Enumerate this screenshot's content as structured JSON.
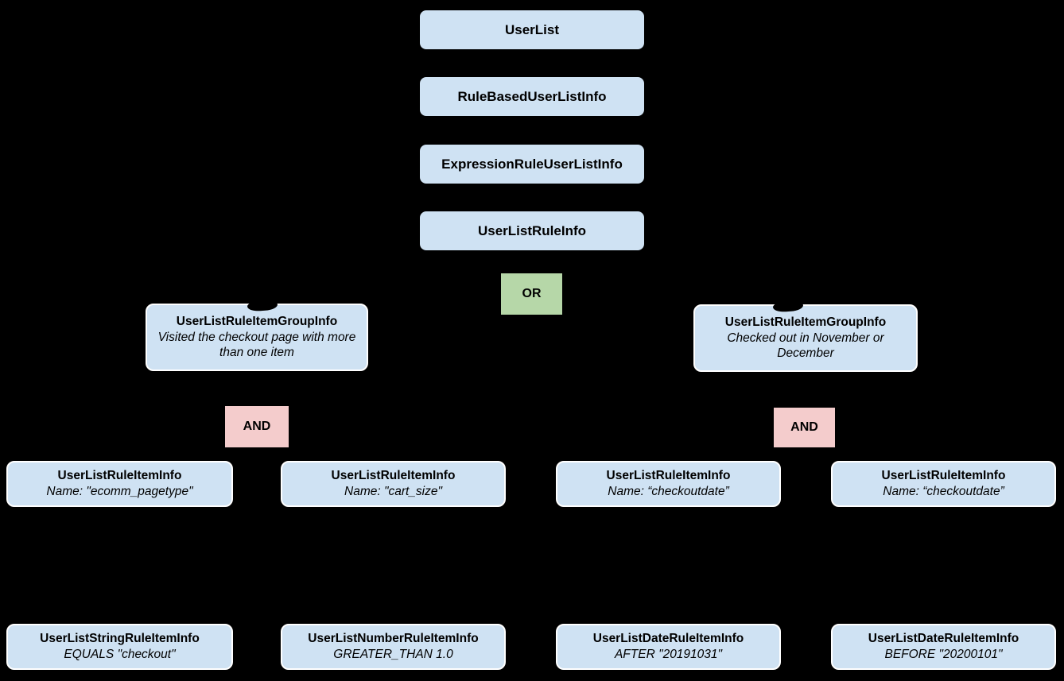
{
  "diagram": {
    "background": "#000000",
    "colors": {
      "node_blue": "#cfe2f3",
      "or_green": "#b6d7a8",
      "and_pink": "#f4cccc",
      "node_border": "#ffffff",
      "text": "#000000"
    },
    "chain": [
      {
        "label": "UserList"
      },
      {
        "label": "RuleBasedUserListInfo"
      },
      {
        "label": "ExpressionRuleUserListInfo"
      },
      {
        "label": "UserListRuleInfo"
      }
    ],
    "or_operator": {
      "label": "OR"
    },
    "groups": [
      {
        "title": "UserListRuleItemGroupInfo",
        "subtitle": "Visited the checkout page with more than one item",
        "and_label": "AND"
      },
      {
        "title": "UserListRuleItemGroupInfo",
        "subtitle": "Checked out in November or December",
        "and_label": "AND"
      }
    ],
    "rule_items": [
      {
        "title": "UserListRuleItemInfo",
        "subtitle": "Name: \"ecomm_pagetype\""
      },
      {
        "title": "UserListRuleItemInfo",
        "subtitle": "Name: \"cart_size\""
      },
      {
        "title": "UserListRuleItemInfo",
        "subtitle": "Name: “checkoutdate”"
      },
      {
        "title": "UserListRuleItemInfo",
        "subtitle": "Name: “checkoutdate”"
      }
    ],
    "leaf_items": [
      {
        "title": "UserListStringRuleItemInfo",
        "subtitle": "EQUALS \"checkout\""
      },
      {
        "title": "UserListNumberRuleItemInfo",
        "subtitle": "GREATER_THAN 1.0"
      },
      {
        "title": "UserListDateRuleItemInfo",
        "subtitle": "AFTER \"20191031\""
      },
      {
        "title": "UserListDateRuleItemInfo",
        "subtitle": "BEFORE \"20200101\""
      }
    ]
  }
}
